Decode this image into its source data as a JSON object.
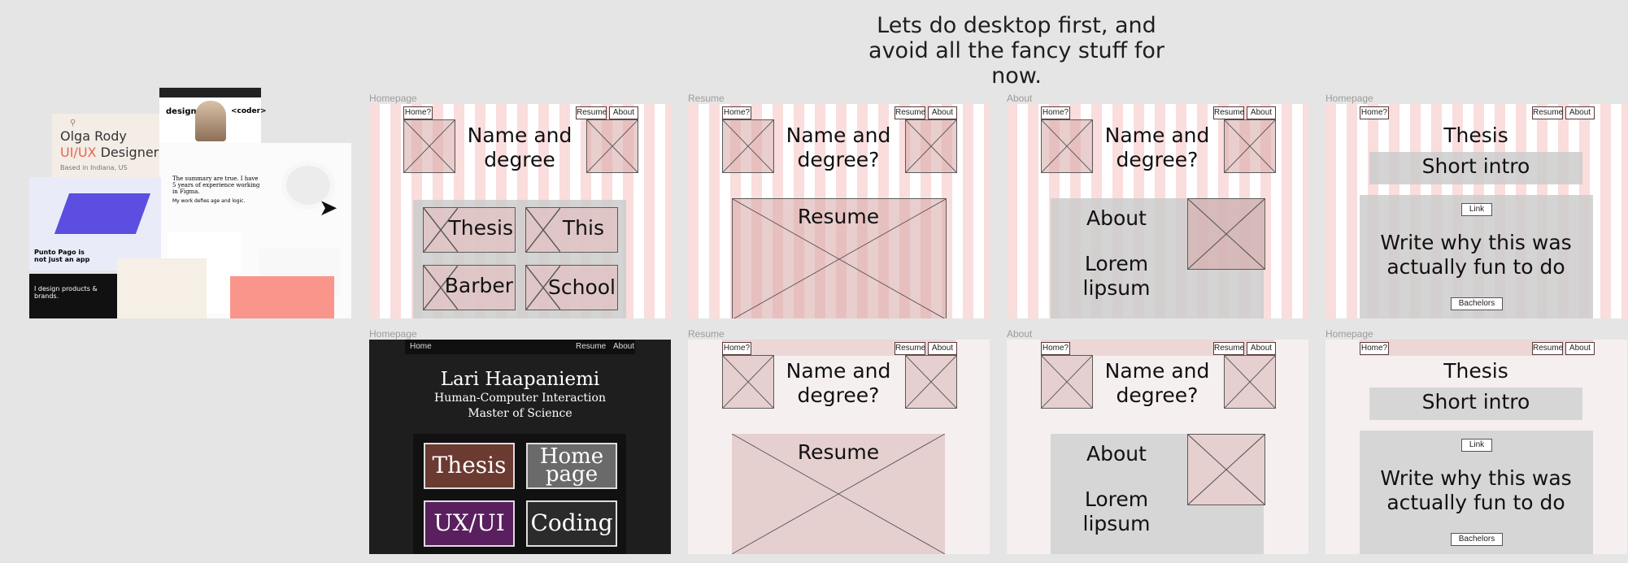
{
  "note": "Lets do desktop first, and avoid all the fancy stuff for now.",
  "inspo": {
    "olga_name": "Olga Rody",
    "olga_role_accent": "UI/UX",
    "olga_role": " Designer",
    "olga_loc": "Based in Indiana, US",
    "designer": "designer",
    "coder": "<coder>",
    "summary": "The summary are true. I have 5 years of experience working in Figma.",
    "work": "My work defies age and logic.",
    "punto": "Punto Pago is not just an app",
    "design_products": "I design products & brands."
  },
  "nav": {
    "home": "Home?",
    "home_final": "Home",
    "resume": "Resume",
    "about": "About"
  },
  "labels": {
    "f1": "Homepage",
    "f2": "Resume",
    "f3": "About",
    "f4": "Homepage",
    "f5": "Homepage",
    "f6": "Resume",
    "f7": "About",
    "f8": "Homepage"
  },
  "homepage": {
    "title": "Name and degree",
    "tiles": [
      "Thesis",
      "This",
      "Barber",
      "School"
    ]
  },
  "resume": {
    "title": "Name and degree?",
    "section": "Resume"
  },
  "about": {
    "title": "Name and degree?",
    "about": "About",
    "lorem": "Lorem lipsum"
  },
  "thesis": {
    "title": "Thesis",
    "intro": "Short intro",
    "link": "Link",
    "body": "Write why this was actually fun to do",
    "btn": "Bachelors"
  },
  "final": {
    "name": "Lari Haapaniemi",
    "line1": "Human-Computer Interaction",
    "line2": "Master of Science",
    "tiles": [
      "Thesis",
      "Home page",
      "UX/UI",
      "Coding"
    ]
  },
  "colors": {
    "canvas": "#e5e5e5",
    "grid_pink": "#f09696",
    "dark": "#1e1e1e",
    "accent": "#e8664a"
  }
}
